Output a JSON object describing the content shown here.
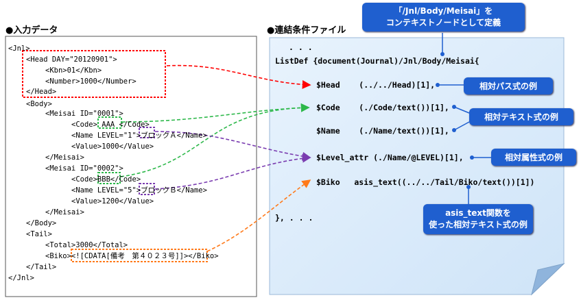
{
  "input_heading": "●入力データ",
  "config_heading": "●連結条件ファイル",
  "xml_lines": [
    "<Jnl>",
    "<Head DAY=\"20120901\">",
    "<Kbn>01</Kbn>",
    "<Number>1000</Number>",
    "</Head>",
    "<Body>",
    "<Meisai ID=\"0001\">",
    "<Code> AAA </Code>",
    "<Name LEVEL=\"1\">ブロックＡ</Name>",
    "<Value>1000</Value>",
    "</Meisai>",
    "<Meisai ID=\"0002\">",
    "<Code>BBB</Code>",
    "<Name LEVEL=\"5\">ブロックＢ</Name>",
    "<Value>1200</Value>",
    "</Meisai>",
    "</Body>",
    "<Tail>",
    "<Total>3000</Total>",
    "<Biko><![CDATA[備考　第４０２３号]]></Biko>",
    "</Tail>",
    "</Jnl>"
  ],
  "code_lines": [
    ". . .",
    "ListDef {document(Journal)/Jnl/Body/Meisai{",
    "$Head    (../../Head)[1],",
    "$Code    (./Code/text())[1],",
    "$Name    (./Name/text())[1],",
    "$Level_attr (./Name/@LEVEL)[1],",
    "$Biko   asis_text((../../Tail/Biko/text())[1])",
    "}, . . ."
  ],
  "callouts": {
    "top": [
      "「/Jnl/Body/Meisai」を",
      "コンテキストノードとして定義"
    ],
    "relative_path": "相対パス式の例",
    "relative_text": "相対テキスト式の例",
    "relative_attr": "相対属性式の例",
    "asis": [
      "asis_text関数を",
      "使った相対テキスト式の例"
    ]
  },
  "colors": {
    "callout_blue": "#1f5fcf",
    "red": "#ff0000",
    "green": "#2db84a",
    "purple": "#7a3cb0",
    "orange": "#ff7a1a",
    "paper": "#dcecfb"
  }
}
